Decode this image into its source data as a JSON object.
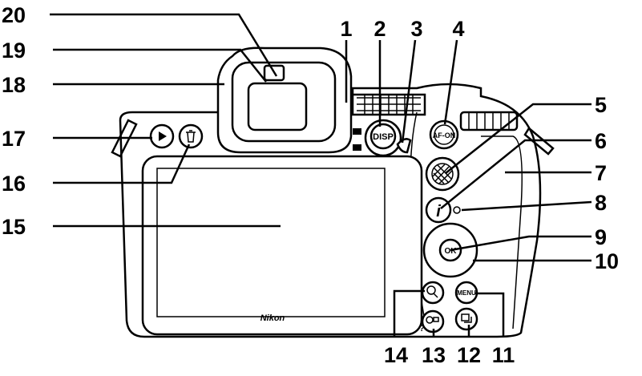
{
  "diagram": {
    "callouts": [
      "1",
      "2",
      "3",
      "4",
      "5",
      "6",
      "7",
      "8",
      "9",
      "10",
      "11",
      "12",
      "13",
      "14",
      "15",
      "16",
      "17",
      "18",
      "19",
      "20"
    ],
    "buttons": {
      "disp": "DISP",
      "af_on": "AF-ON",
      "info": "i",
      "ok": "OK",
      "menu": "MENU",
      "help": "?"
    },
    "brand": "Nikon"
  }
}
